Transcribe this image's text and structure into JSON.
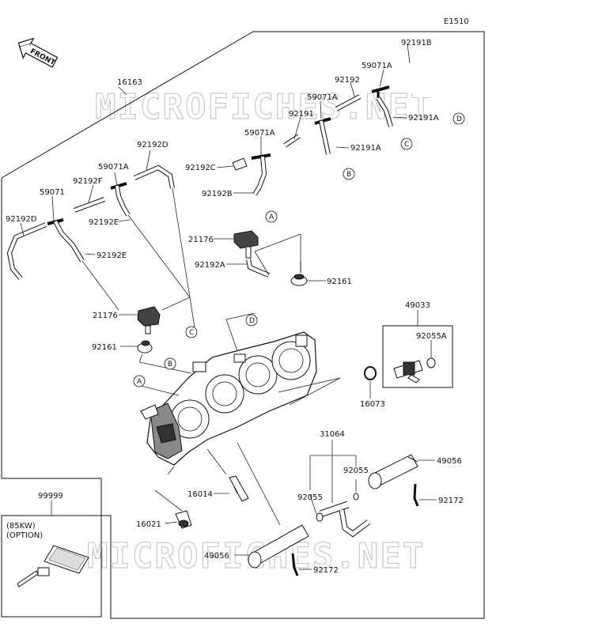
{
  "diagram_code": "E1510",
  "front_arrow_label": "FRONT",
  "watermark": "MICROFICHES.NET",
  "option_box": {
    "title": "99999",
    "note_line1": "(85KW)",
    "note_line2": "(OPTION)"
  },
  "callouts": {
    "A": "A",
    "B": "B",
    "C": "C",
    "D": "D"
  },
  "labels": {
    "p16163": "16163",
    "p92191B": "92191B",
    "p59071A_top": "59071A",
    "p92192_top": "92192",
    "p59071A_mid": "59071A",
    "p92191_mid": "92191",
    "p92191A_r1": "92191A",
    "p59071A_left": "59071A",
    "p92191A_r2": "92191A",
    "p92192D_top": "92192D",
    "p92192C": "92192C",
    "p59071A_l2": "59071A",
    "p92192B": "92192B",
    "p59071": "59071",
    "p92192F": "92192F",
    "p92192D_left": "92192D",
    "p92192E_1": "92192E",
    "p92192E_2": "92192E",
    "p21176_top": "21176",
    "p92192A": "92192A",
    "p92161_r": "92161",
    "p21176_left": "21176",
    "p92161_l": "92161",
    "p49033": "49033",
    "p92055A": "92055A",
    "p16073": "16073",
    "p31064": "31064",
    "p49056_r": "49056",
    "p92055_r": "92055",
    "p92055_l": "92055",
    "p92172_r": "92172",
    "p16014": "16014",
    "p16021": "16021",
    "p49056_l": "49056",
    "p92172_l": "92172"
  }
}
